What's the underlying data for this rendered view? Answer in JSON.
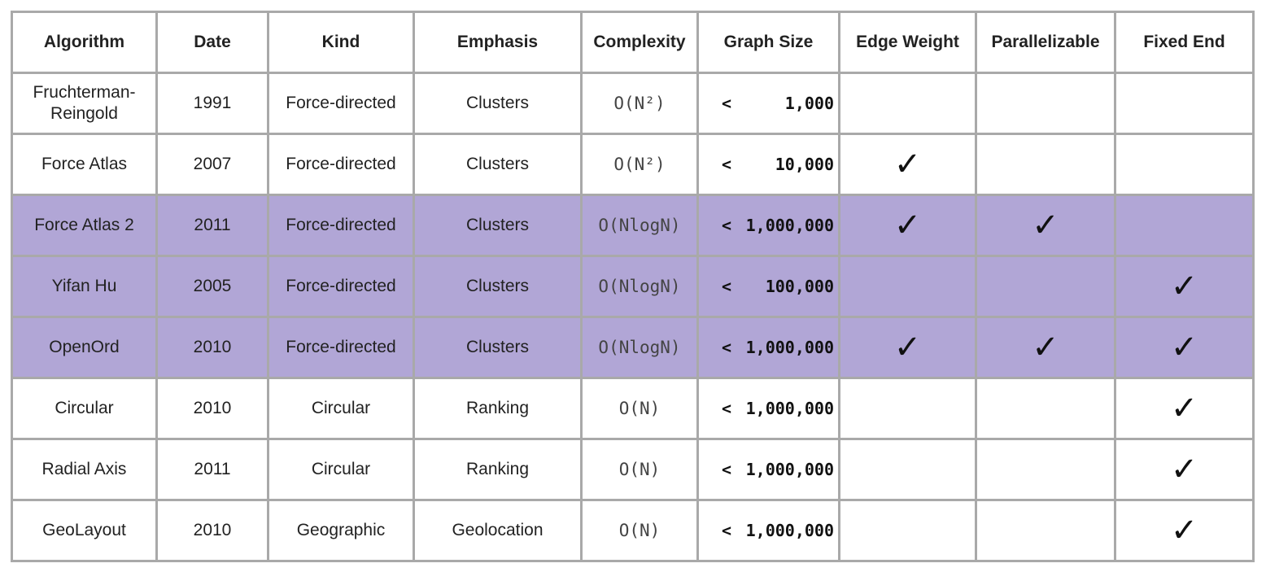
{
  "headers": {
    "algorithm": "Algorithm",
    "date": "Date",
    "kind": "Kind",
    "emphasis": "Emphasis",
    "complexity": "Complexity",
    "graph_size": "Graph Size",
    "edge_weight": "Edge Weight",
    "parallelizable": "Parallelizable",
    "fixed_end": "Fixed End"
  },
  "check_glyph": "✓",
  "highlight_color": "#b1a6d6",
  "rows": [
    {
      "algorithm": "Fruchterman-Reingold",
      "date": "1991",
      "kind": "Force-directed",
      "emphasis": "Clusters",
      "complexity": "O(N²)",
      "size_prefix": "<",
      "size": "1,000",
      "edge_weight": false,
      "parallelizable": false,
      "fixed_end": false,
      "highlighted": false
    },
    {
      "algorithm": "Force Atlas",
      "date": "2007",
      "kind": "Force-directed",
      "emphasis": "Clusters",
      "complexity": "O(N²)",
      "size_prefix": "<",
      "size": "10,000",
      "edge_weight": true,
      "parallelizable": false,
      "fixed_end": false,
      "highlighted": false
    },
    {
      "algorithm": "Force Atlas 2",
      "date": "2011",
      "kind": "Force-directed",
      "emphasis": "Clusters",
      "complexity": "O(NlogN)",
      "size_prefix": "<",
      "size": "1,000,000",
      "edge_weight": true,
      "parallelizable": true,
      "fixed_end": false,
      "highlighted": true
    },
    {
      "algorithm": "Yifan Hu",
      "date": "2005",
      "kind": "Force-directed",
      "emphasis": "Clusters",
      "complexity": "O(NlogN)",
      "size_prefix": "<",
      "size": "100,000",
      "edge_weight": false,
      "parallelizable": false,
      "fixed_end": true,
      "highlighted": true
    },
    {
      "algorithm": "OpenOrd",
      "date": "2010",
      "kind": "Force-directed",
      "emphasis": "Clusters",
      "complexity": "O(NlogN)",
      "size_prefix": "<",
      "size": "1,000,000",
      "edge_weight": true,
      "parallelizable": true,
      "fixed_end": true,
      "highlighted": true
    },
    {
      "algorithm": "Circular",
      "date": "2010",
      "kind": "Circular",
      "emphasis": "Ranking",
      "complexity": "O(N)",
      "size_prefix": "<",
      "size": "1,000,000",
      "edge_weight": false,
      "parallelizable": false,
      "fixed_end": true,
      "highlighted": false
    },
    {
      "algorithm": "Radial Axis",
      "date": "2011",
      "kind": "Circular",
      "emphasis": "Ranking",
      "complexity": "O(N)",
      "size_prefix": "<",
      "size": "1,000,000",
      "edge_weight": false,
      "parallelizable": false,
      "fixed_end": true,
      "highlighted": false
    },
    {
      "algorithm": "GeoLayout",
      "date": "2010",
      "kind": "Geographic",
      "emphasis": "Geolocation",
      "complexity": "O(N)",
      "size_prefix": "<",
      "size": "1,000,000",
      "edge_weight": false,
      "parallelizable": false,
      "fixed_end": true,
      "highlighted": false
    }
  ]
}
